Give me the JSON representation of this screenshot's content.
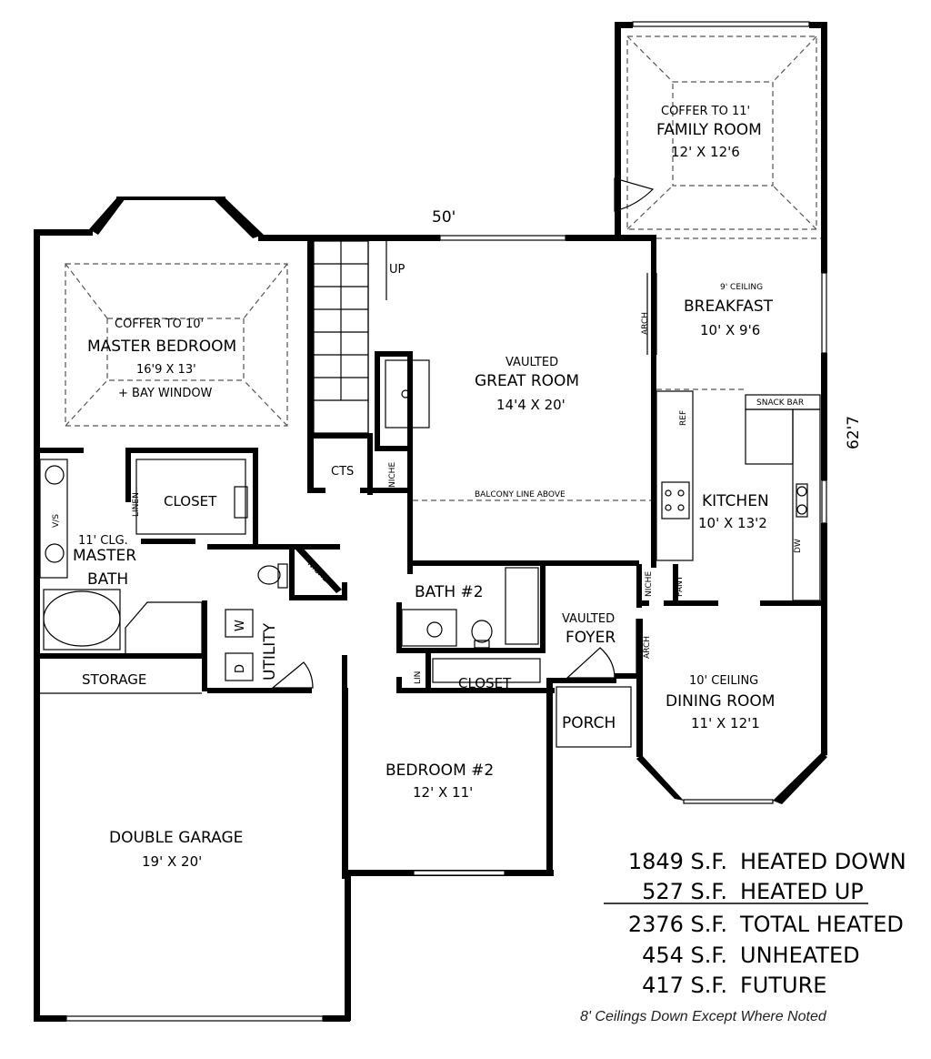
{
  "dimensions": {
    "width_label": "50'",
    "depth_label": "62'7"
  },
  "rooms": {
    "family_room": {
      "note": "COFFER TO 11'",
      "name": "FAMILY ROOM",
      "size": "12' X 12'6"
    },
    "breakfast": {
      "note": "9' CEILING",
      "name": "BREAKFAST",
      "size": "10' X 9'6"
    },
    "master_bedroom": {
      "note": "COFFER TO 10'",
      "name": "MASTER BEDROOM",
      "size": "16'9 X 13'",
      "extra": "+ BAY WINDOW"
    },
    "great_room": {
      "note": "VAULTED",
      "name": "GREAT ROOM",
      "size": "14'4 X 20'",
      "balcony": "BALCONY LINE ABOVE"
    },
    "kitchen": {
      "name": "KITCHEN",
      "size": "10' X 13'2",
      "snack_bar": "SNACK BAR",
      "ref": "REF",
      "dw": "DW"
    },
    "closet_master": {
      "name": "CLOSET",
      "linen": "LINEN"
    },
    "master_bath": {
      "note": "11' CLG.",
      "name": "MASTER",
      "name2": "BATH",
      "vs": "V/S"
    },
    "cts": {
      "name": "CTS"
    },
    "niche": {
      "name": "NICHE"
    },
    "bath2": {
      "name": "BATH #2"
    },
    "foyer": {
      "note": "VAULTED",
      "name": "FOYER"
    },
    "utility": {
      "name": "UTILITY",
      "w": "W",
      "d": "D"
    },
    "storage": {
      "name": "STORAGE"
    },
    "closet2": {
      "name": "CLOSET"
    },
    "lin": {
      "name": "LIN"
    },
    "porch": {
      "name": "PORCH"
    },
    "dining_room": {
      "note": "10' CEILING",
      "name": "DINING ROOM",
      "size": "11' X 12'1"
    },
    "bedroom2": {
      "name": "BEDROOM #2",
      "size": "12' X 11'"
    },
    "garage": {
      "name": "DOUBLE GARAGE",
      "size": "19' X 20'"
    },
    "stairs": {
      "label": "UP"
    },
    "arch": {
      "label": "ARCH"
    },
    "pant": {
      "label": "PANT"
    }
  },
  "square_footage": [
    {
      "value": "1849 S.F.",
      "label": "HEATED DOWN"
    },
    {
      "value": "527 S.F.",
      "label": "HEATED UP"
    },
    {
      "value": "2376 S.F.",
      "label": "TOTAL HEATED"
    },
    {
      "value": "454 S.F.",
      "label": "UNHEATED"
    },
    {
      "value": "417 S.F.",
      "label": "FUTURE"
    }
  ],
  "ceiling_note": "8' Ceilings Down Except Where Noted"
}
